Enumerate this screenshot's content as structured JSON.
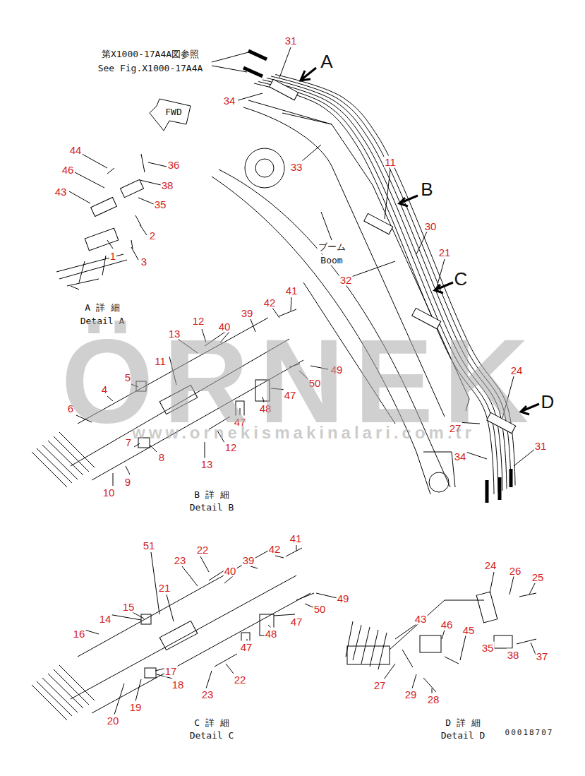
{
  "diagram": {
    "labels": [
      "第X1000-17A4A図参照",
      "See Fig.X1000-17A4A",
      "31",
      "A",
      "34",
      "FWD",
      "44",
      "46",
      "43",
      "36",
      "38",
      "35",
      "2",
      "3",
      "1",
      "A 詳 細",
      "Detail A",
      "33",
      "11",
      "B",
      "30",
      "ブーム",
      "Boom",
      "21",
      "32",
      "C",
      "24",
      "D",
      "27",
      "34",
      "31",
      "41",
      "12",
      "13",
      "40",
      "39",
      "42",
      "49",
      "50",
      "47",
      "48",
      "47",
      "11",
      "5",
      "4",
      "6",
      "7",
      "8",
      "9",
      "10",
      "12",
      "13",
      "B 詳 細",
      "Detail B",
      "41",
      "42",
      "39",
      "22",
      "40",
      "23",
      "51",
      "21",
      "49",
      "50",
      "47",
      "48",
      "47",
      "14",
      "15",
      "16",
      "17",
      "18",
      "19",
      "20",
      "22",
      "23",
      "C 詳 細",
      "Detail C",
      "24",
      "26",
      "25",
      "43",
      "46",
      "45",
      "35",
      "38",
      "37",
      "27",
      "29",
      "28",
      "D 詳 細",
      "Detail D",
      "00018707",
      "ÖRNEK",
      "www.ornekismakinalari.com.tr"
    ]
  }
}
